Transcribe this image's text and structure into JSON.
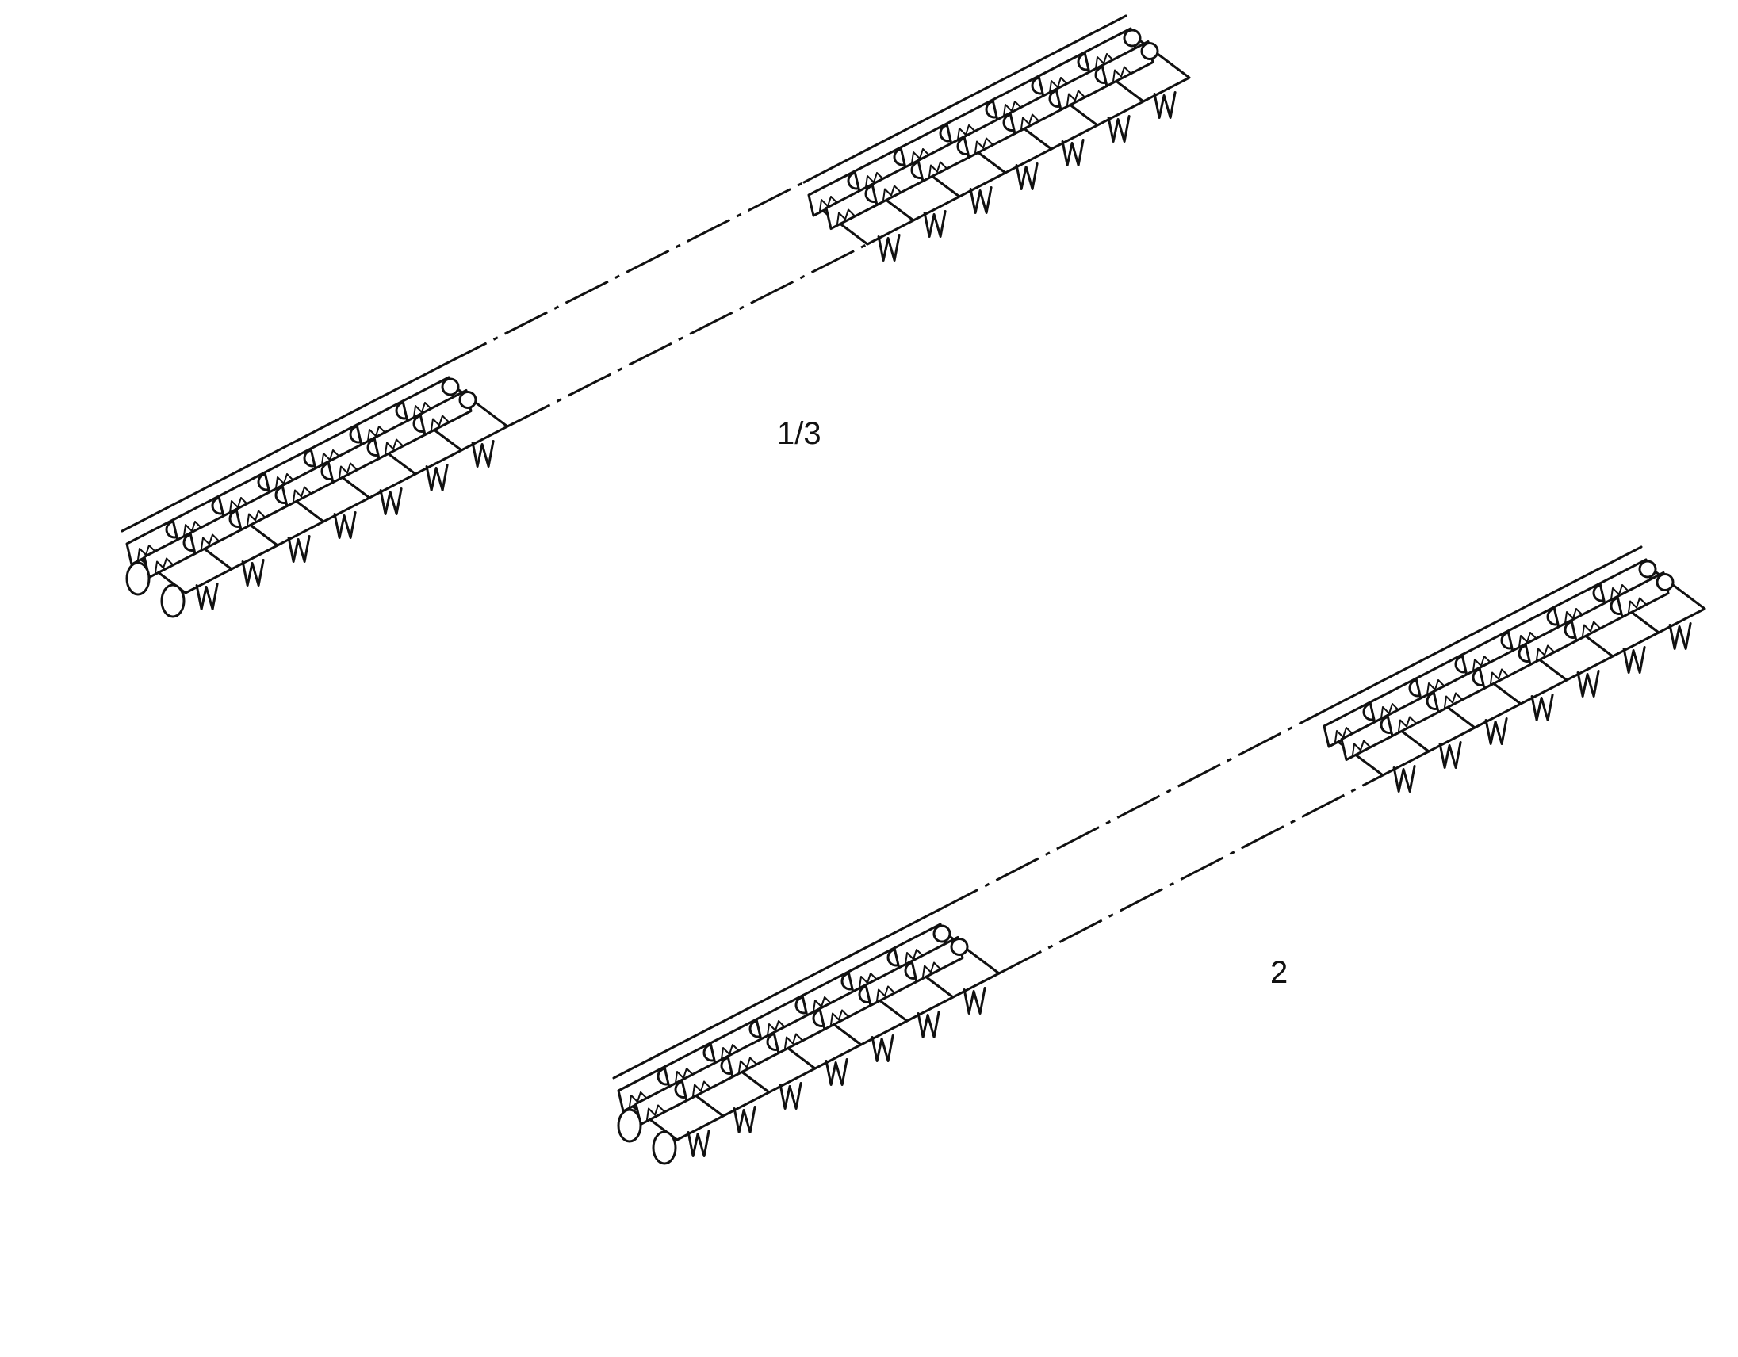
{
  "figure": {
    "chains": [
      {
        "id": "upper",
        "label": "1/3"
      },
      {
        "id": "lower",
        "label": "2"
      }
    ]
  }
}
